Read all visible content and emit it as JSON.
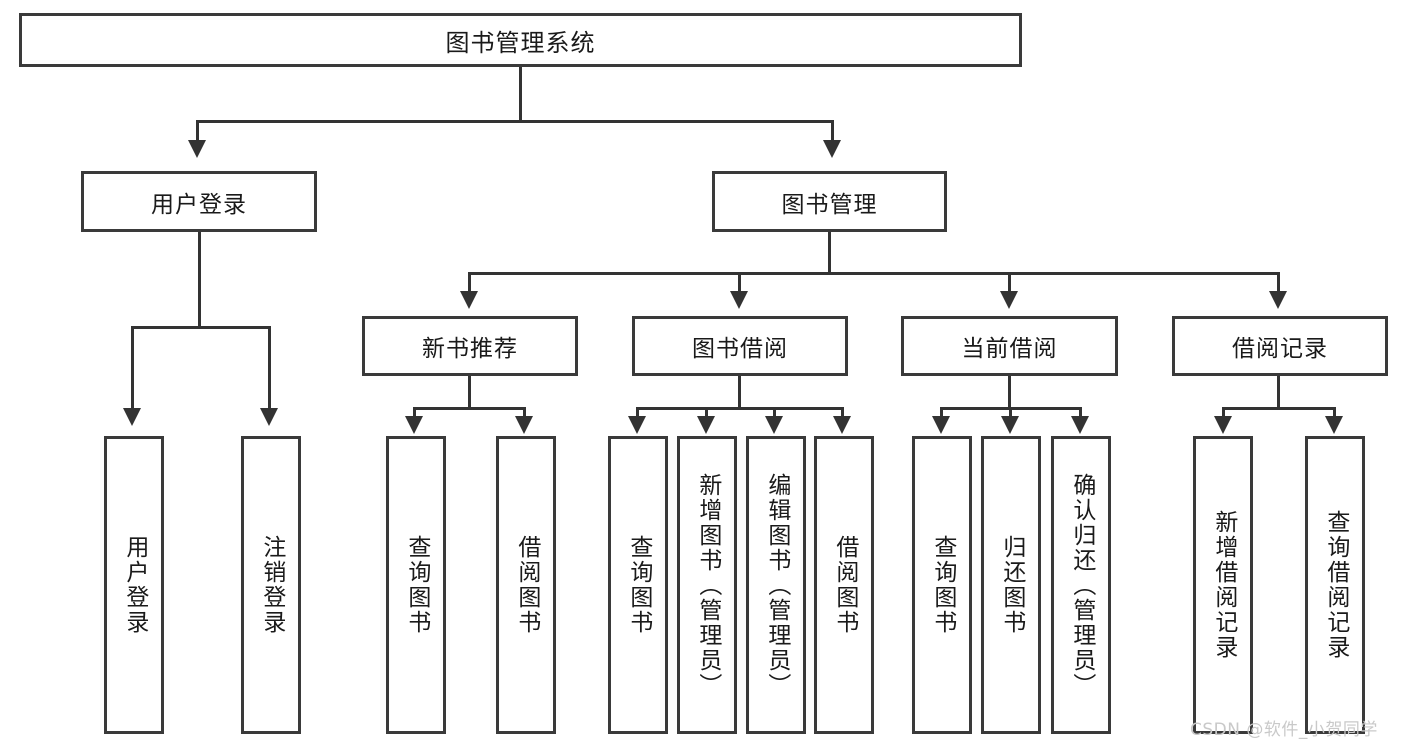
{
  "diagram": {
    "title": "图书管理系统",
    "type": "tree-hierarchy-chart",
    "root": {
      "label": "图书管理系统"
    },
    "level2": [
      {
        "label": "用户登录"
      },
      {
        "label": "图书管理"
      }
    ],
    "level3": [
      {
        "label": "新书推荐"
      },
      {
        "label": "图书借阅"
      },
      {
        "label": "当前借阅"
      },
      {
        "label": "借阅记录"
      }
    ],
    "leaves": {
      "user_login": [
        {
          "label": "用户登录"
        },
        {
          "label": "注销登录"
        }
      ],
      "new_book_recommend": [
        {
          "label": "查询图书"
        },
        {
          "label": "借阅图书"
        }
      ],
      "book_borrow": [
        {
          "label": "查询图书"
        },
        {
          "label": "新增图书（管理员）"
        },
        {
          "label": "编辑图书（管理员）"
        },
        {
          "label": "借阅图书"
        }
      ],
      "current_borrow": [
        {
          "label": "查询图书"
        },
        {
          "label": "归还图书"
        },
        {
          "label": "确认归还（管理员）"
        }
      ],
      "borrow_record": [
        {
          "label": "新增借阅记录"
        },
        {
          "label": "查询借阅记录"
        }
      ]
    }
  },
  "watermark": {
    "text": "CSDN @软件_小贺同学"
  },
  "colors": {
    "box_border": "#3a3a3a",
    "connector": "#333333",
    "text": "#1a1a1a",
    "background": "#ffffff",
    "watermark": "#c9c9c9"
  }
}
